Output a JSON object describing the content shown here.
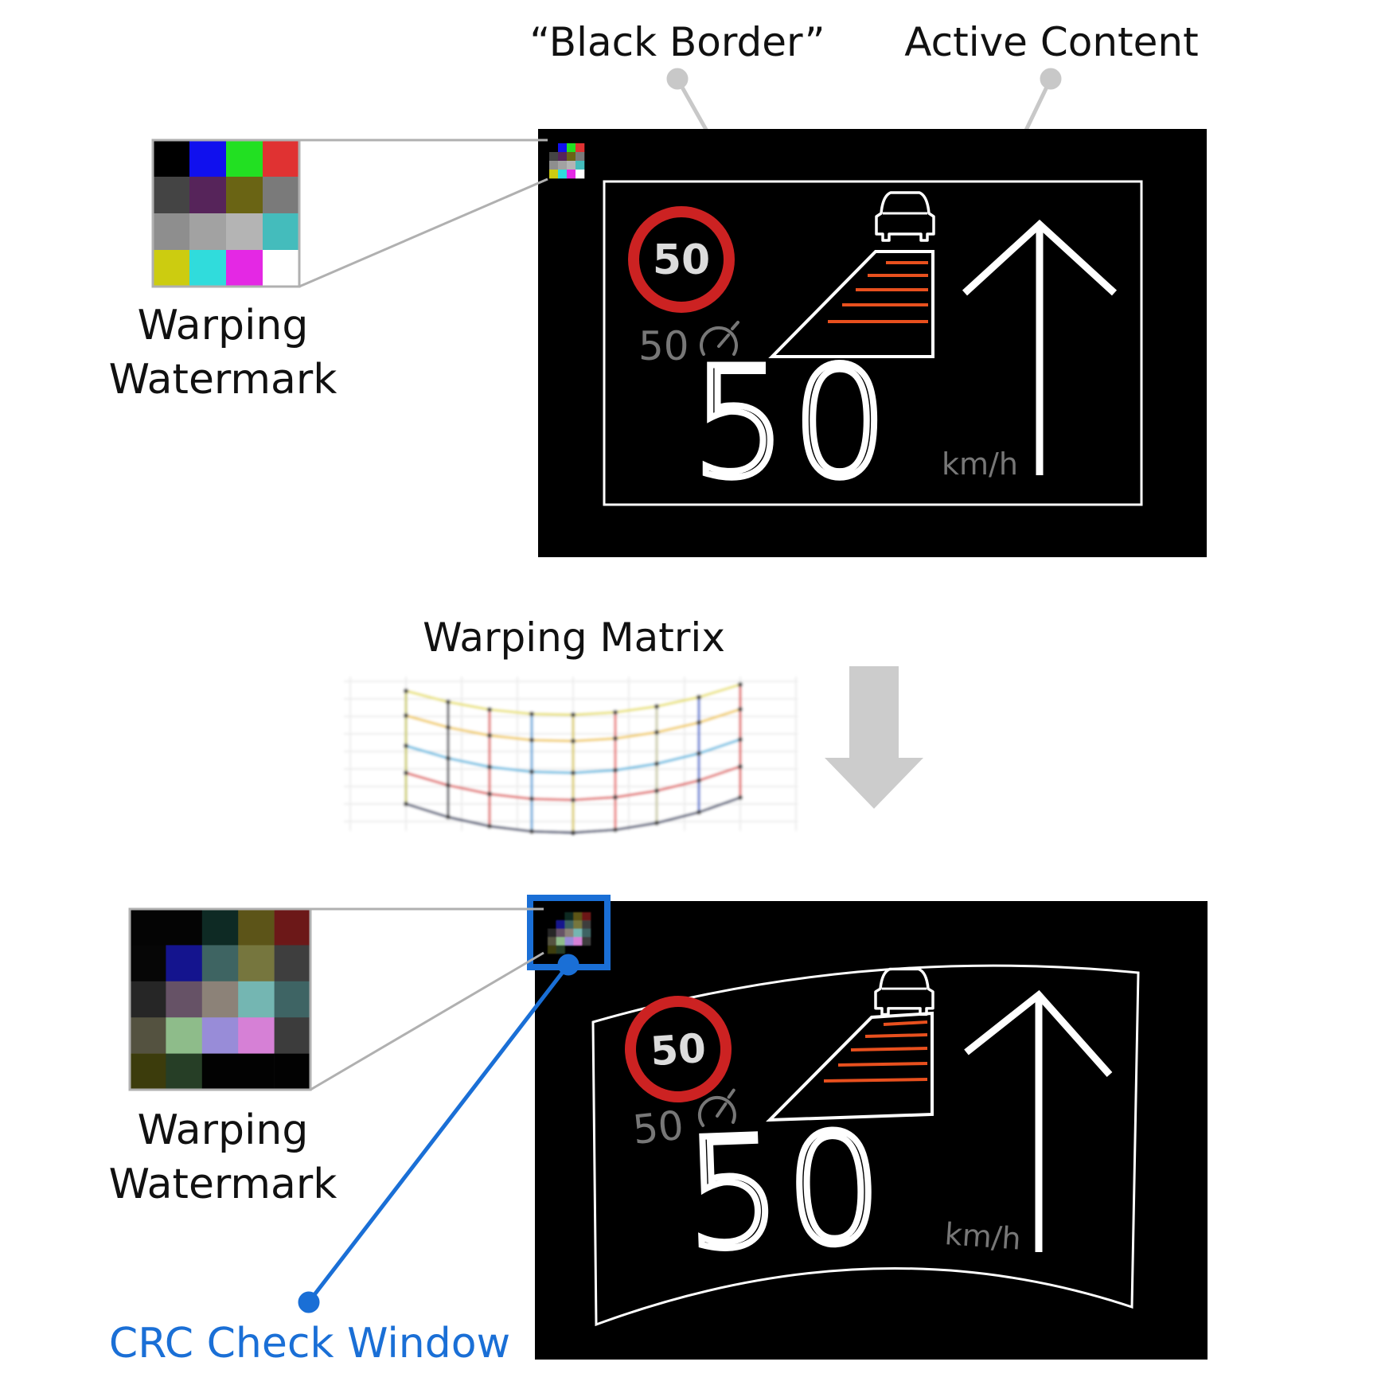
{
  "labels": {
    "black_border": "“Black Border”",
    "active_content": "Active Content",
    "watermark_top_line1": "Warping",
    "watermark_top_line2": "Watermark",
    "warping_matrix": "Warping Matrix",
    "watermark_bottom_line1": "Warping",
    "watermark_bottom_line2": "Watermark",
    "crc_check_window": "CRC Check Window"
  },
  "hud": {
    "sign_speed": "50",
    "set_speed": "50",
    "current_speed": "50",
    "unit": "km/h"
  },
  "watermark_original": {
    "colors": [
      [
        "#000000",
        "#1010ee",
        "#22e022",
        "#e03232"
      ],
      [
        "#444444",
        "#56245a",
        "#6a6414",
        "#7a7a7a"
      ],
      [
        "#8e8e8e",
        "#a2a2a2",
        "#b4b4b4",
        "#44bcbc"
      ],
      [
        "#cccc10",
        "#30dcdc",
        "#e428e4",
        "#ffffff"
      ]
    ]
  },
  "watermark_warped": {
    "colors": [
      [
        "#040404",
        "#040404",
        "#0e2a24",
        "#5c5418",
        "#6c1818"
      ],
      [
        "#060606",
        "#14148e",
        "#3e6462",
        "#76763e",
        "#3e3e3e"
      ],
      [
        "#262626",
        "#665266",
        "#8c8278",
        "#74b6b2",
        "#3e6464"
      ],
      [
        "#545240",
        "#8ebc8a",
        "#988cd8",
        "#d680d6",
        "#3c3c3c"
      ],
      [
        "#3c3c0c",
        "#263e26",
        "#020202",
        "#020202",
        "#020202"
      ]
    ]
  },
  "colors": {
    "callout_gray": "#c8c8c8",
    "crc_blue": "#1a6fd6",
    "sign_red": "#cc2222",
    "lane_orange": "#e8501e",
    "dim_text": "#777777",
    "arrow_gray": "#cccccc"
  },
  "matrix_plot": {
    "series_colors": [
      "#e8e060",
      "#f0c840",
      "#50b8e0",
      "#e05858",
      "#203060"
    ],
    "column_colors": [
      "#c8c840",
      "#2a2a3a",
      "#e05050",
      "#40a0d8",
      "#d8c840",
      "#e86060",
      "#c8c8a0",
      "#2060d0",
      "#e04040"
    ]
  },
  "icons": {
    "down_arrow": "down-arrow-icon",
    "car": "car-icon",
    "speedometer": "speedometer-icon",
    "direction_arrow": "straight-arrow-icon"
  }
}
